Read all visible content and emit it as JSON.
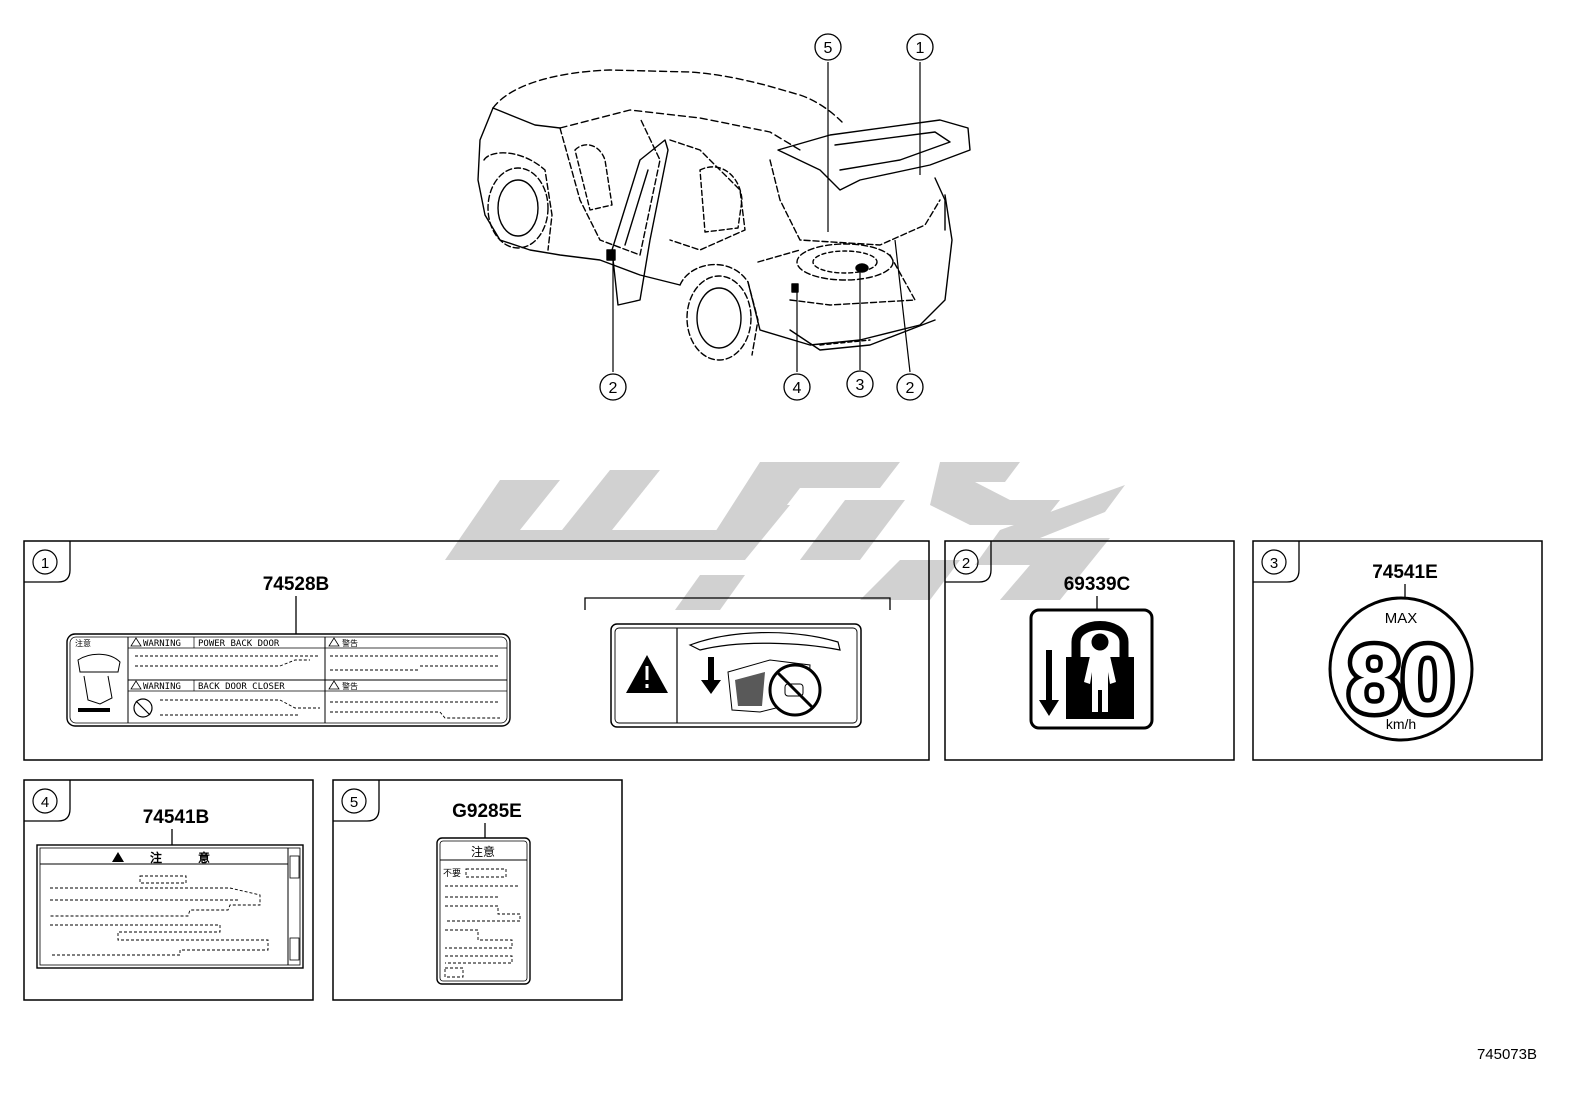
{
  "callouts": {
    "c5": "5",
    "c1": "1",
    "c2a": "2",
    "c4": "4",
    "c3": "3",
    "c2b": "2"
  },
  "panels": {
    "p1": {
      "num": "1",
      "part": "74528B",
      "warn1": "WARNING",
      "warn1_text": "POWER BACK DOOR",
      "warn2": "WARNING",
      "warn2_text": "BACK DOOR CLOSER",
      "jp1": "警告",
      "jp2": "警告",
      "left_tag": "注意"
    },
    "p2": {
      "num": "2",
      "part": "69339C"
    },
    "p3": {
      "num": "3",
      "part": "74541E",
      "max": "MAX",
      "speed": "80",
      "unit": "km/h"
    },
    "p4": {
      "num": "4",
      "part": "74541B",
      "header": "注　　　意"
    },
    "p5": {
      "num": "5",
      "part": "G9285E",
      "header": "注意",
      "row1": "不要"
    }
  },
  "footer": {
    "code": "745073B"
  },
  "colors": {
    "line": "#000000",
    "watermark": "#c8c8c8",
    "bg": "#ffffff"
  }
}
